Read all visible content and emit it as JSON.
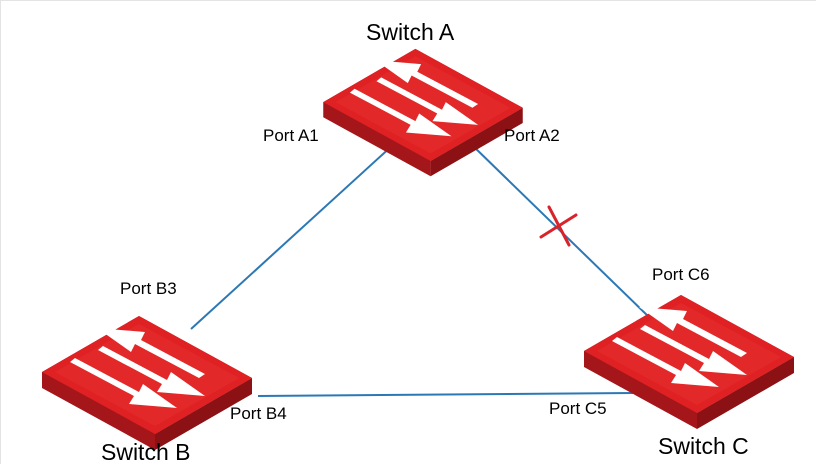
{
  "switches": {
    "a": {
      "name": "Switch A"
    },
    "b": {
      "name": "Switch B"
    },
    "c": {
      "name": "Switch C"
    }
  },
  "ports": {
    "a1": "Port A1",
    "a2": "Port A2",
    "b3": "Port B3",
    "b4": "Port B4",
    "c5": "Port C5",
    "c6": "Port C6"
  },
  "links": [
    {
      "from": "Port A1",
      "to": "Port B3",
      "state": "forwarding"
    },
    {
      "from": "Port A2",
      "to": "Port C6",
      "state": "blocked"
    },
    {
      "from": "Port B4",
      "to": "Port C5",
      "state": "forwarding"
    }
  ],
  "colors": {
    "link": "#2b78b5",
    "blocked_mark": "#d8232a",
    "switch_top": "#e02124",
    "switch_side": "#a5161a",
    "arrow": "#ffffff"
  },
  "icons": {
    "switch": "switch-arrows-icon",
    "blocked": "x-mark-icon"
  }
}
